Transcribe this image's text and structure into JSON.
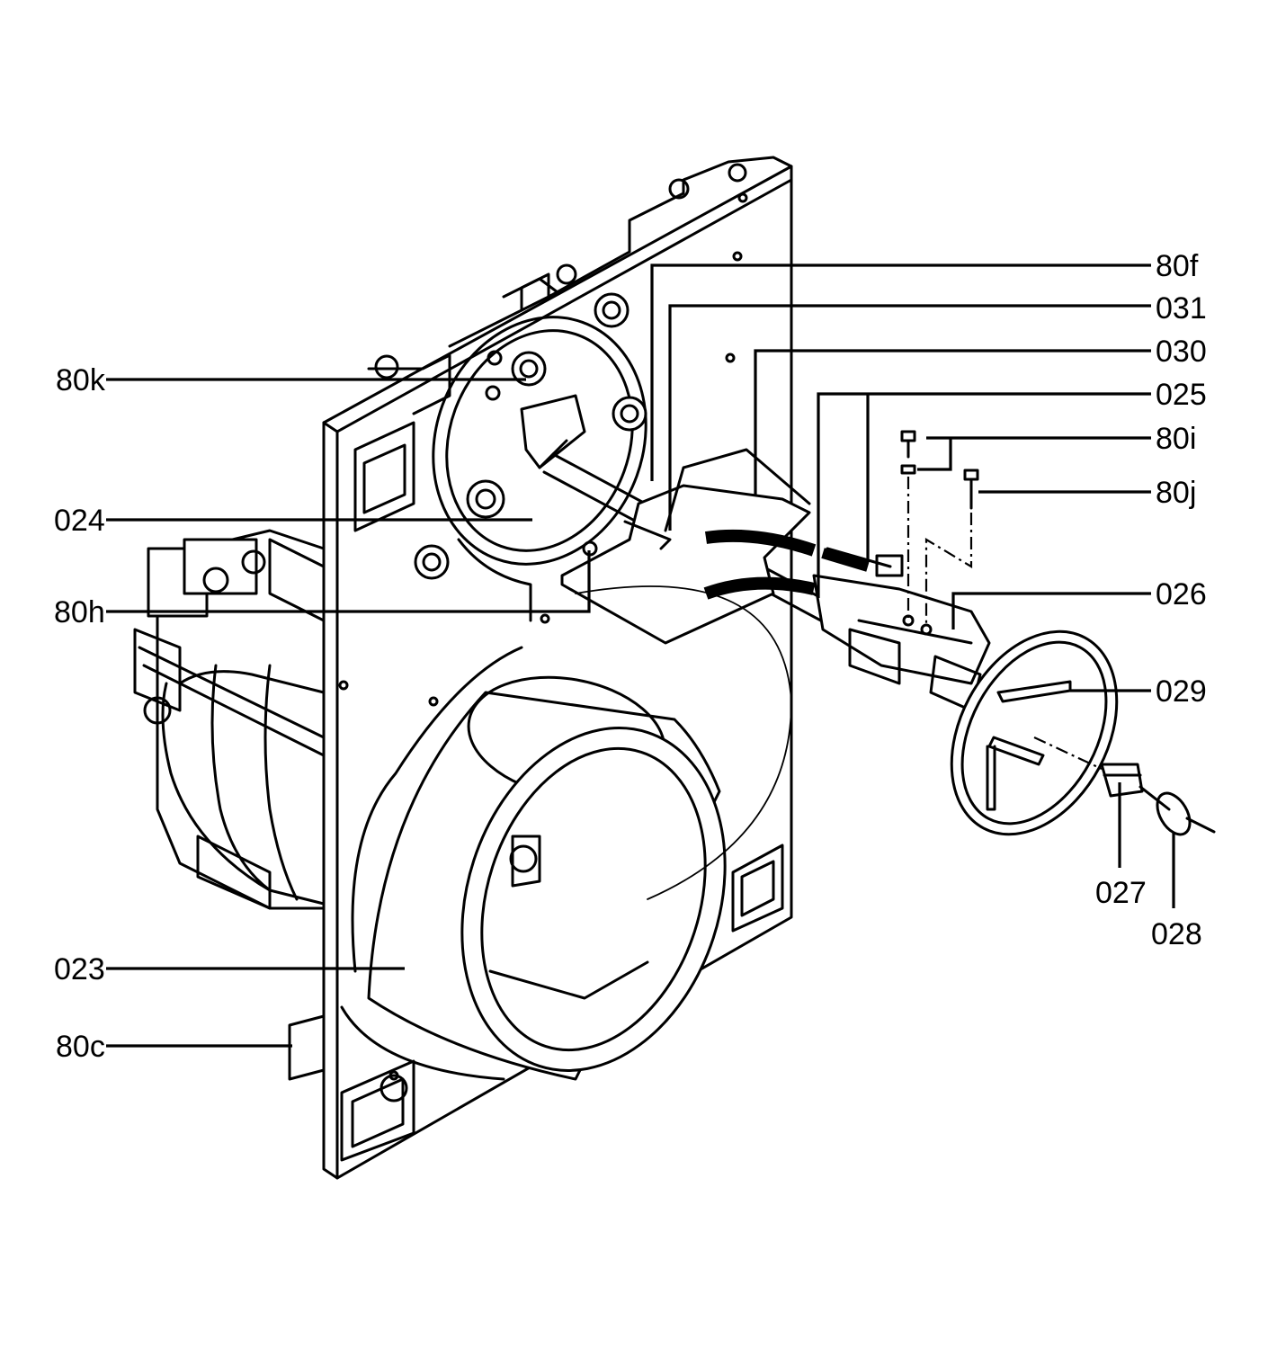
{
  "labels": {
    "l80f": "80f",
    "l031": "031",
    "l030": "030",
    "l025": "025",
    "l80i": "80i",
    "l80j": "80j",
    "l026": "026",
    "l029": "029",
    "l027": "027",
    "l028": "028",
    "l80k": "80k",
    "l024": "024",
    "l80h": "80h",
    "l023": "023",
    "l80c": "80c"
  }
}
